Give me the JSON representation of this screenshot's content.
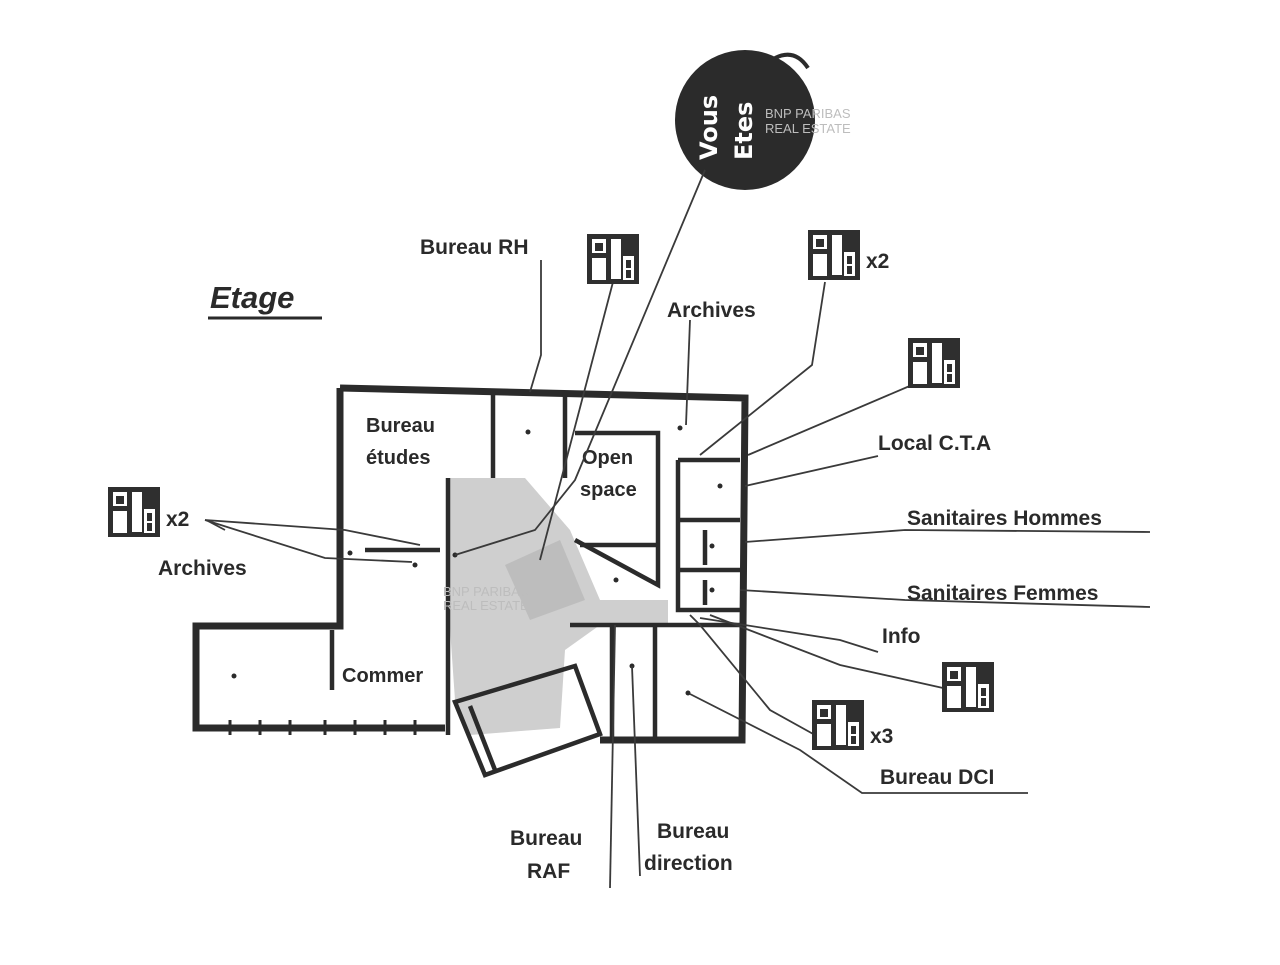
{
  "title": "Etage",
  "badge": {
    "line1": "Vous",
    "line2": "Etes"
  },
  "watermark": {
    "line1": "BNP PARIBAS",
    "line2": "REAL ESTATE"
  },
  "labels": {
    "bureau_rh": "Bureau RH",
    "archives_top": "Archives",
    "local_cta": "Local C.T.A",
    "sanitaires_hommes": "Sanitaires Hommes",
    "sanitaires_femmes": "Sanitaires Femmes",
    "info": "Info",
    "bureau_dci": "Bureau DCI",
    "bureau_direction_1": "Bureau",
    "bureau_direction_2": "direction",
    "bureau_raf_1": "Bureau",
    "bureau_raf_2": "RAF",
    "archives_left": "Archives"
  },
  "rooms": {
    "bureau_etudes_1": "Bureau",
    "bureau_etudes_2": "études",
    "open_space_1": "Open",
    "open_space_2": "space",
    "commercial": "Commer"
  },
  "multipliers": {
    "top_right": "x2",
    "left": "x2",
    "bottom_right": "x3"
  },
  "icons": [
    "fire-extinguisher-icon-rh",
    "fire-extinguisher-icon-top-right",
    "fire-extinguisher-icon-cta",
    "fire-extinguisher-icon-left",
    "fire-extinguisher-icon-info",
    "fire-extinguisher-icon-bottom-right"
  ]
}
